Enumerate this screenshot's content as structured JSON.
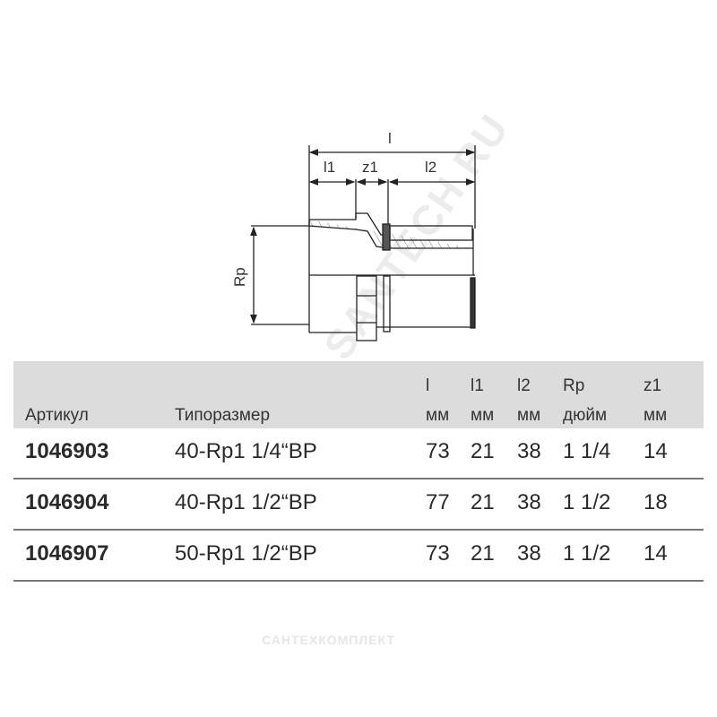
{
  "drawing": {
    "dim_l": "l",
    "dim_l1": "l1",
    "dim_z1": "z1",
    "dim_l2": "l2",
    "dim_rp": "Rp"
  },
  "table": {
    "headers": [
      {
        "top": "",
        "bottom": "Артикул"
      },
      {
        "top": "",
        "bottom": "Типоразмер"
      },
      {
        "top": "l",
        "bottom": "мм"
      },
      {
        "top": "l1",
        "bottom": "мм"
      },
      {
        "top": "l2",
        "bottom": "мм"
      },
      {
        "top": "Rp",
        "bottom": "дюйм"
      },
      {
        "top": "z1",
        "bottom": "мм"
      }
    ],
    "rows": [
      {
        "article": "1046903",
        "size": "40-Rp1 1/4“BP",
        "l": "73",
        "l1": "21",
        "l2": "38",
        "rp": "1 1/4",
        "z1": "14"
      },
      {
        "article": "1046904",
        "size": "40-Rp1 1/2“BP",
        "l": "77",
        "l1": "21",
        "l2": "38",
        "rp": "1 1/2",
        "z1": "18"
      },
      {
        "article": "1046907",
        "size": "50-Rp1 1/2“BP",
        "l": "73",
        "l1": "21",
        "l2": "38",
        "rp": "1 1/2",
        "z1": "14"
      }
    ]
  },
  "watermarks": {
    "diagonal": "SANTECH.RU",
    "bottom": "САНТЕХКОМПЛЕКТ"
  }
}
